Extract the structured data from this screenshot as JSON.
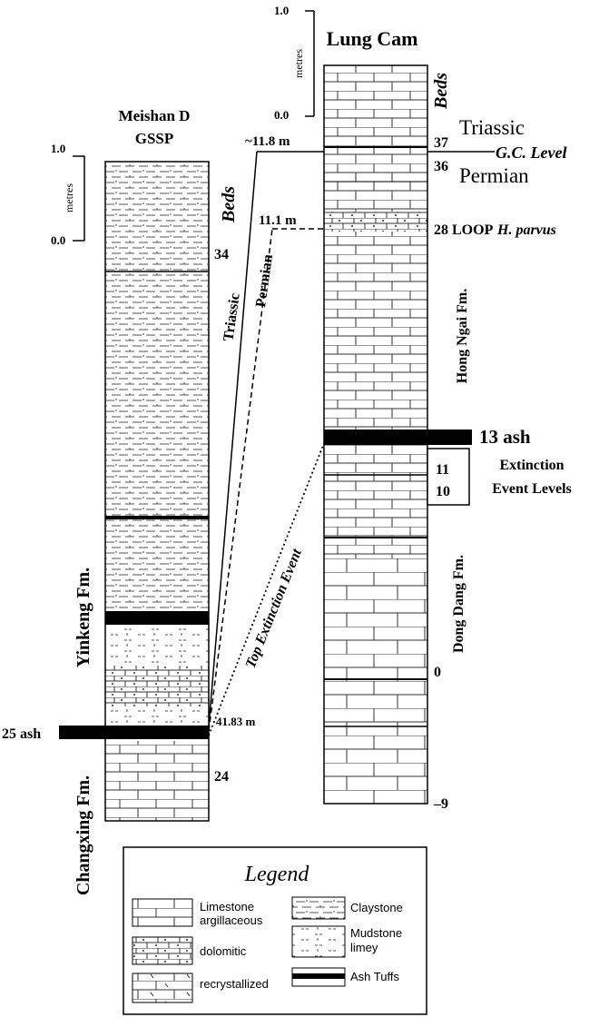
{
  "meishan": {
    "title_line1": "Meishan D",
    "title_line2": "GSSP",
    "scale_top": "1.0",
    "scale_bottom": "0.0",
    "scale_unit": "metres",
    "beds_label": "Beds",
    "bed_34": "34",
    "bed_24": "24",
    "ash_25": "25 ash",
    "yinkeng": "Yinkeng Fm.",
    "changxing": "Changxing Fm."
  },
  "lungcam": {
    "title": "Lung Cam",
    "scale_top": "1.0",
    "scale_bottom": "0.0",
    "scale_unit": "metres",
    "beds_label": "Beds",
    "triassic": "Triassic",
    "permian": "Permian",
    "bed_37": "37",
    "bed_36": "36",
    "gc_level": "G.C. Level",
    "bed_28_loop": "28 LOOP",
    "h_parvus": "H. parvus",
    "hong_ngai": "Hong Ngai Fm.",
    "ash_13": "13 ash",
    "bed_11": "11",
    "bed_10": "10",
    "extinction_1": "Extinction",
    "extinction_2": "Event Levels",
    "dong_dang": "Dong Dang Fm.",
    "bed_0": "0",
    "bed_m9": "–9"
  },
  "correlation": {
    "triassic": "Triassic",
    "permian": "Permian",
    "depth_11_8": "~11.8 m",
    "depth_11_1": "11.1 m",
    "depth_41_83": "41.83 m",
    "top_extinction": "Top Extinction Event"
  },
  "legend": {
    "title": "Legend",
    "limestone_1": "Limestone",
    "limestone_2": "argillaceous",
    "dolomitic": "dolomitic",
    "recrystallized": "recrystallized",
    "claystone": "Claystone",
    "mudstone_1": "Mudstone",
    "mudstone_2": "limey",
    "ash_tuffs": "Ash Tuffs"
  }
}
